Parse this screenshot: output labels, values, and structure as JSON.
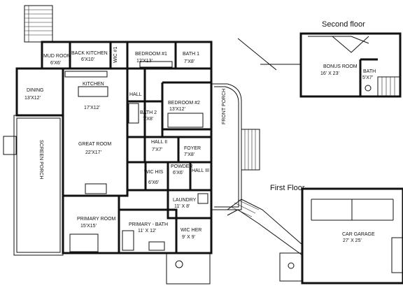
{
  "headings": {
    "second_floor": "Second floor",
    "first_floor": "First Floor"
  },
  "rooms": {
    "mud_room": {
      "name": "MUD ROOM",
      "dims": "6'X6'"
    },
    "back_kitchen": {
      "name": "BACK KITCHEN",
      "dims": "6'X10'"
    },
    "wic1": {
      "name": "WIC #1"
    },
    "bedroom1": {
      "name": "BEDROOM #1",
      "dims": "12'X13'"
    },
    "bath1": {
      "name": "BATH 1",
      "dims": "7'X8'"
    },
    "dining": {
      "name": "DINING",
      "dims": "13'X12'"
    },
    "kitchen": {
      "name": "KITCHEN",
      "dims": "17'X12'"
    },
    "hall": {
      "name": "HALL"
    },
    "bath2": {
      "name": "BATH 2",
      "dims": "7'X8'"
    },
    "bedroom2": {
      "name": "BEDROOM #2",
      "dims": "13'X12'"
    },
    "great_room": {
      "name": "GREAT ROOM",
      "dims": "22'X17'"
    },
    "hall2": {
      "name": "HALL II",
      "dims": "7'X7'"
    },
    "foyer": {
      "name": "FOYER",
      "dims": "7'X8'"
    },
    "screen_porch": {
      "name": "SCREEN PORCH"
    },
    "wic_his": {
      "name": "WIC HIS",
      "dims": "6'X6'"
    },
    "powder": {
      "name": "POWDER",
      "dims": "6'X6'"
    },
    "hall3": {
      "name": "HALL III"
    },
    "laundry": {
      "name": "LAUNDRY",
      "dims": "11' X 8'"
    },
    "primary_room": {
      "name": "PRIMARY ROOM",
      "dims": "15'X15'"
    },
    "primary_bath": {
      "name": "PRIMARY - BATH",
      "dims": "11' X 12'"
    },
    "wic_her": {
      "name": "WIC HER",
      "dims": "9' X 9'"
    },
    "front_porch": {
      "name": "FRONT PORCH"
    },
    "bonus_room": {
      "name": "BONUS ROOM",
      "dims": "16' X 23'"
    },
    "bath_upper": {
      "name": "BATH",
      "dims": "5'X7'"
    },
    "car_garage": {
      "name": "CAR GARAGE",
      "dims": "27' X 25'"
    }
  }
}
